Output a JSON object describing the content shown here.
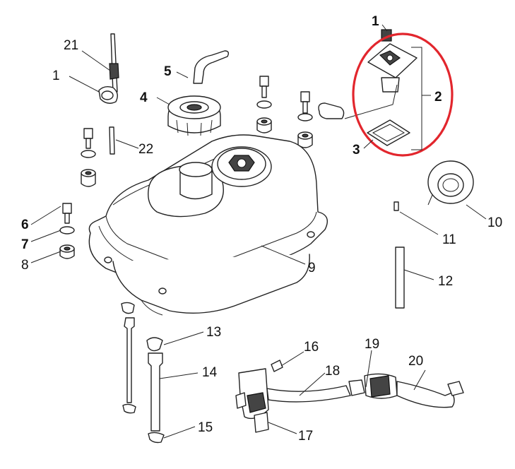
{
  "diagram": {
    "callouts": [
      {
        "id": "c1a",
        "text": "1",
        "bold": true
      },
      {
        "id": "c2",
        "text": "2",
        "bold": true
      },
      {
        "id": "c3",
        "text": "3",
        "bold": true
      },
      {
        "id": "c4",
        "text": "4",
        "bold": true
      },
      {
        "id": "c5",
        "text": "5",
        "bold": true
      },
      {
        "id": "c6",
        "text": "6",
        "bold": true
      },
      {
        "id": "c7",
        "text": "7",
        "bold": true
      },
      {
        "id": "c8",
        "text": "8",
        "bold": false
      },
      {
        "id": "c9",
        "text": "9",
        "bold": false
      },
      {
        "id": "c10",
        "text": "10",
        "bold": false
      },
      {
        "id": "c11",
        "text": "11",
        "bold": false
      },
      {
        "id": "c12",
        "text": "12",
        "bold": false
      },
      {
        "id": "c13",
        "text": "13",
        "bold": false
      },
      {
        "id": "c14",
        "text": "14",
        "bold": false
      },
      {
        "id": "c15",
        "text": "15",
        "bold": false
      },
      {
        "id": "c16",
        "text": "16",
        "bold": false
      },
      {
        "id": "c17",
        "text": "17",
        "bold": false
      },
      {
        "id": "c18",
        "text": "18",
        "bold": false
      },
      {
        "id": "c19",
        "text": "19",
        "bold": false
      },
      {
        "id": "c20",
        "text": "20",
        "bold": false
      },
      {
        "id": "c21",
        "text": "21",
        "bold": false
      },
      {
        "id": "c22",
        "text": "22",
        "bold": false
      },
      {
        "id": "c1b",
        "text": "1",
        "bold": false
      }
    ],
    "highlight_color": "#e2262d"
  }
}
